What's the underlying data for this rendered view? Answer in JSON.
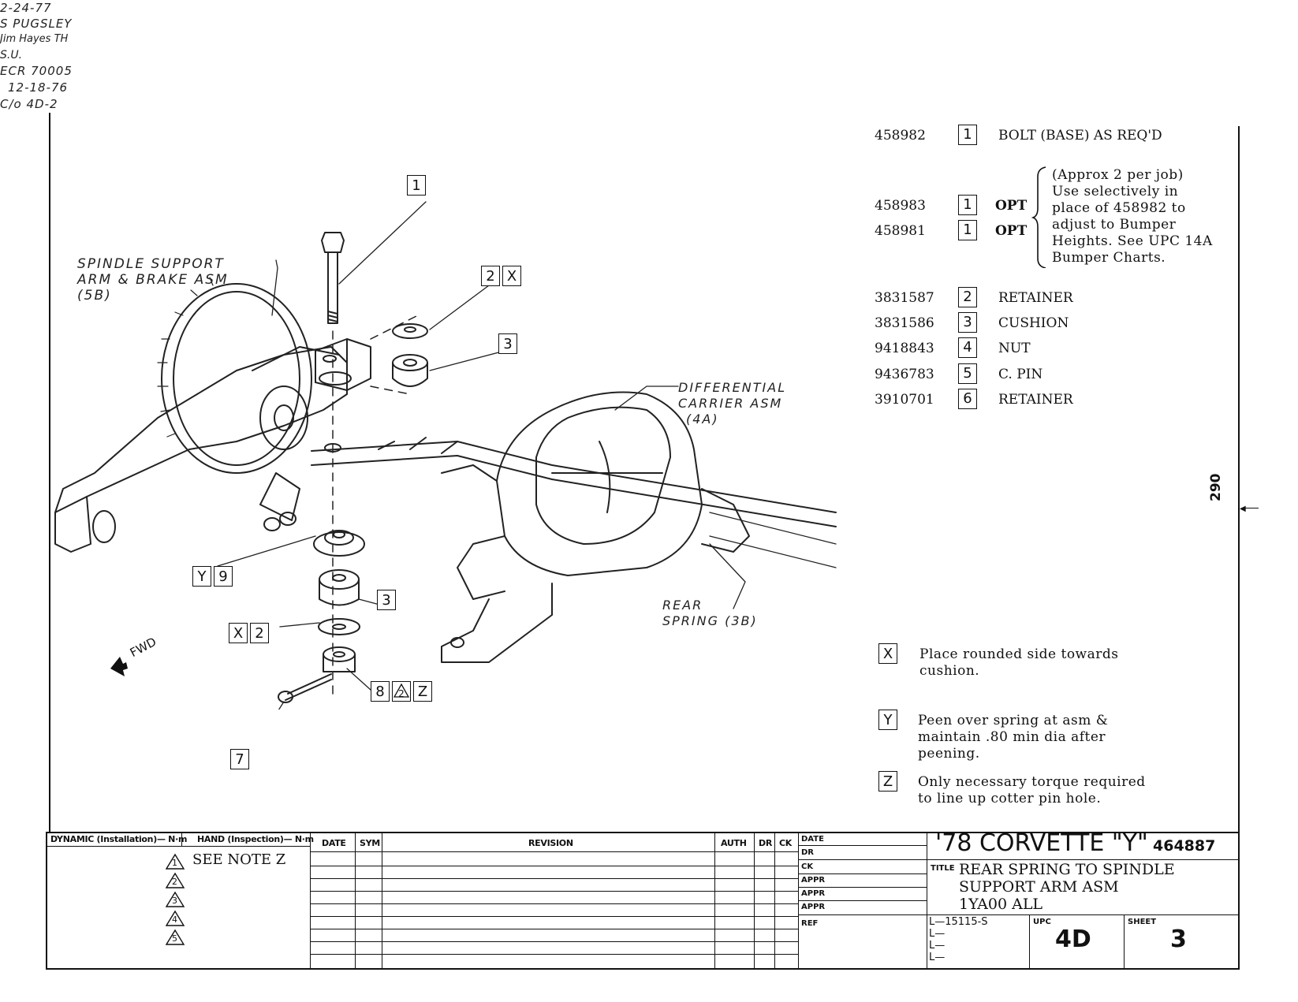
{
  "diagram": {
    "callouts": {
      "spindle_label": [
        "SPINDLE SUPPORT",
        "ARM & BRAKE ASM",
        "(5B)"
      ],
      "differential_label": [
        "DIFFERENTIAL",
        "CARRIER ASM",
        "(4A)"
      ],
      "spring_label": [
        "REAR",
        "SPRING (3B)"
      ],
      "fwd": "FWD",
      "c1": "1",
      "c2x": [
        "2",
        "X"
      ],
      "c3a": "3",
      "cy9": [
        "Y",
        "9"
      ],
      "c3b": "3",
      "cx2": [
        "X",
        "2"
      ],
      "c8": "8",
      "c8tri": "2",
      "c8z": "Z",
      "c7": "7"
    },
    "page_number": "290"
  },
  "parts": [
    {
      "number": "458982",
      "ref": "1",
      "desc": "BOLT (BASE) AS REQ'D"
    },
    {
      "number": "458983",
      "ref": "1",
      "desc": "OPT"
    },
    {
      "number": "458981",
      "ref": "1",
      "desc": "OPT"
    },
    {
      "number": "3831587",
      "ref": "2",
      "desc": "RETAINER"
    },
    {
      "number": "3831586",
      "ref": "3",
      "desc": "CUSHION"
    },
    {
      "number": "9418843",
      "ref": "4",
      "desc": "NUT"
    },
    {
      "number": "9436783",
      "ref": "5",
      "desc": "C. PIN"
    },
    {
      "number": "3910701",
      "ref": "6",
      "desc": "RETAINER"
    }
  ],
  "opt_note": [
    "(Approx 2 per job)",
    "Use selectively in",
    "place of 458982 to",
    "adjust to Bumper",
    "Heights.  See UPC 14A",
    "Bumper Charts."
  ],
  "notes": [
    {
      "ref": "X",
      "lines": [
        "Place rounded side towards",
        "cushion."
      ]
    },
    {
      "ref": "Y",
      "lines": [
        "Peen over spring at asm &",
        "maintain .80 min dia after",
        "peening."
      ]
    },
    {
      "ref": "Z",
      "lines": [
        "Only necessary torque required",
        "to line up cotter pin hole."
      ]
    }
  ],
  "title_block": {
    "headers": {
      "dynamic": "DYNAMIC (Installation)— N·m",
      "hand": "HAND (Inspection)— N·m",
      "date": "DATE",
      "sym": "SYM",
      "revision": "REVISION",
      "auth": "AUTH",
      "dr": "DR",
      "ck": "CK"
    },
    "see_note": "SEE NOTE Z",
    "triangles": [
      "1",
      "2",
      "3",
      "4",
      "5"
    ],
    "sign": {
      "date_label": "DATE",
      "date_value": "2-24-77",
      "dr_label": "DR",
      "dr_value": "S PUGSLEY",
      "ck_label": "CK",
      "ck_value": "Jim Hayes TH",
      "appr_label": "APPR",
      "appr_value": "S.U.",
      "ref_label": "REF",
      "ref_lines": [
        "ECR 70005",
        "12-18-76",
        "C/o 4D-2"
      ]
    },
    "model": "'78 CORVETTE \"Y\"",
    "model_number": "464887",
    "title_label": "TITLE",
    "title_lines": [
      "REAR SPRING TO SPINDLE",
      "SUPPORT ARM ASM",
      "1YA00  ALL"
    ],
    "l_values": [
      "L—15115-S",
      "L—",
      "L—",
      "L—"
    ],
    "upc_label": "UPC",
    "upc_value": "4D",
    "sheet_label": "SHEET",
    "sheet_value": "3"
  }
}
